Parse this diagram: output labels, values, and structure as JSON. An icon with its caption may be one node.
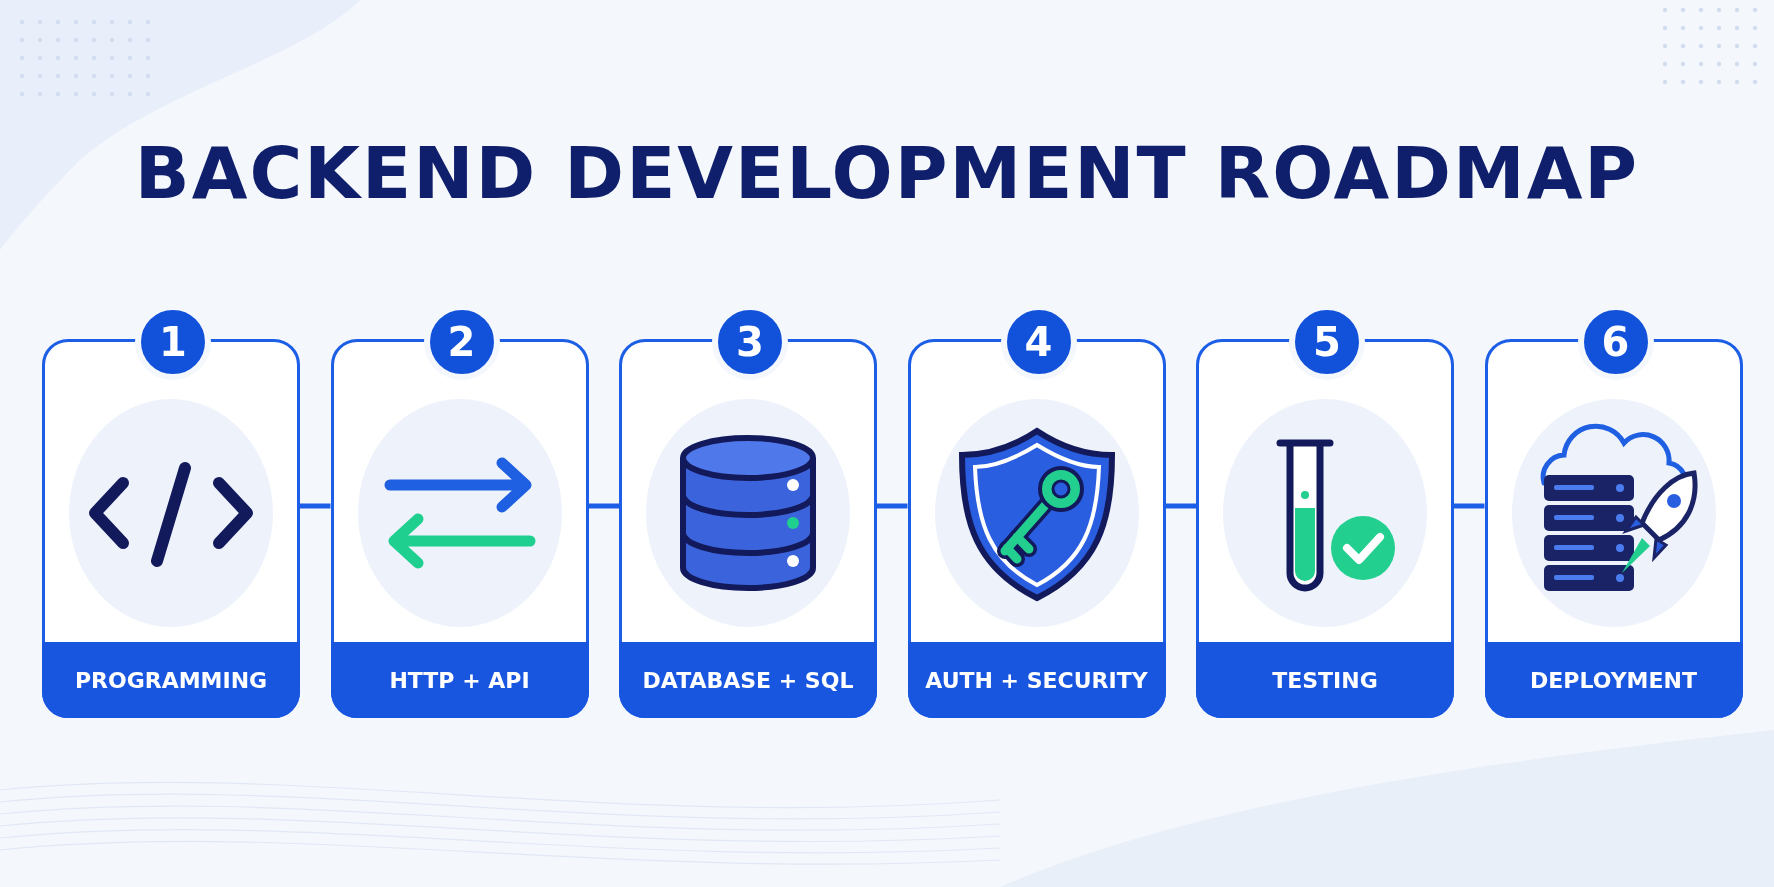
{
  "diagram": {
    "title": "BACKEND DEVELOPMENT ROADMAP",
    "nodes": [
      {
        "text": [
          "1",
          "PROGRAMMING"
        ]
      },
      {
        "text": [
          "2",
          "HTTP + API"
        ]
      },
      {
        "text": [
          "3",
          "DATABASE + SQL"
        ]
      },
      {
        "text": [
          "4",
          "AUTH + SECURITY"
        ]
      },
      {
        "text": [
          "5",
          "TESTING"
        ]
      },
      {
        "text": [
          "6",
          "DEPLOYMENT"
        ]
      }
    ],
    "edges": [
      {
        "from": 0,
        "to": 1,
        "arrow": "none"
      },
      {
        "from": 1,
        "to": 2,
        "arrow": "none"
      },
      {
        "from": 2,
        "to": 3,
        "arrow": "none"
      },
      {
        "from": 3,
        "to": 4,
        "arrow": "none"
      },
      {
        "from": 4,
        "to": 5,
        "arrow": "none"
      }
    ]
  }
}
